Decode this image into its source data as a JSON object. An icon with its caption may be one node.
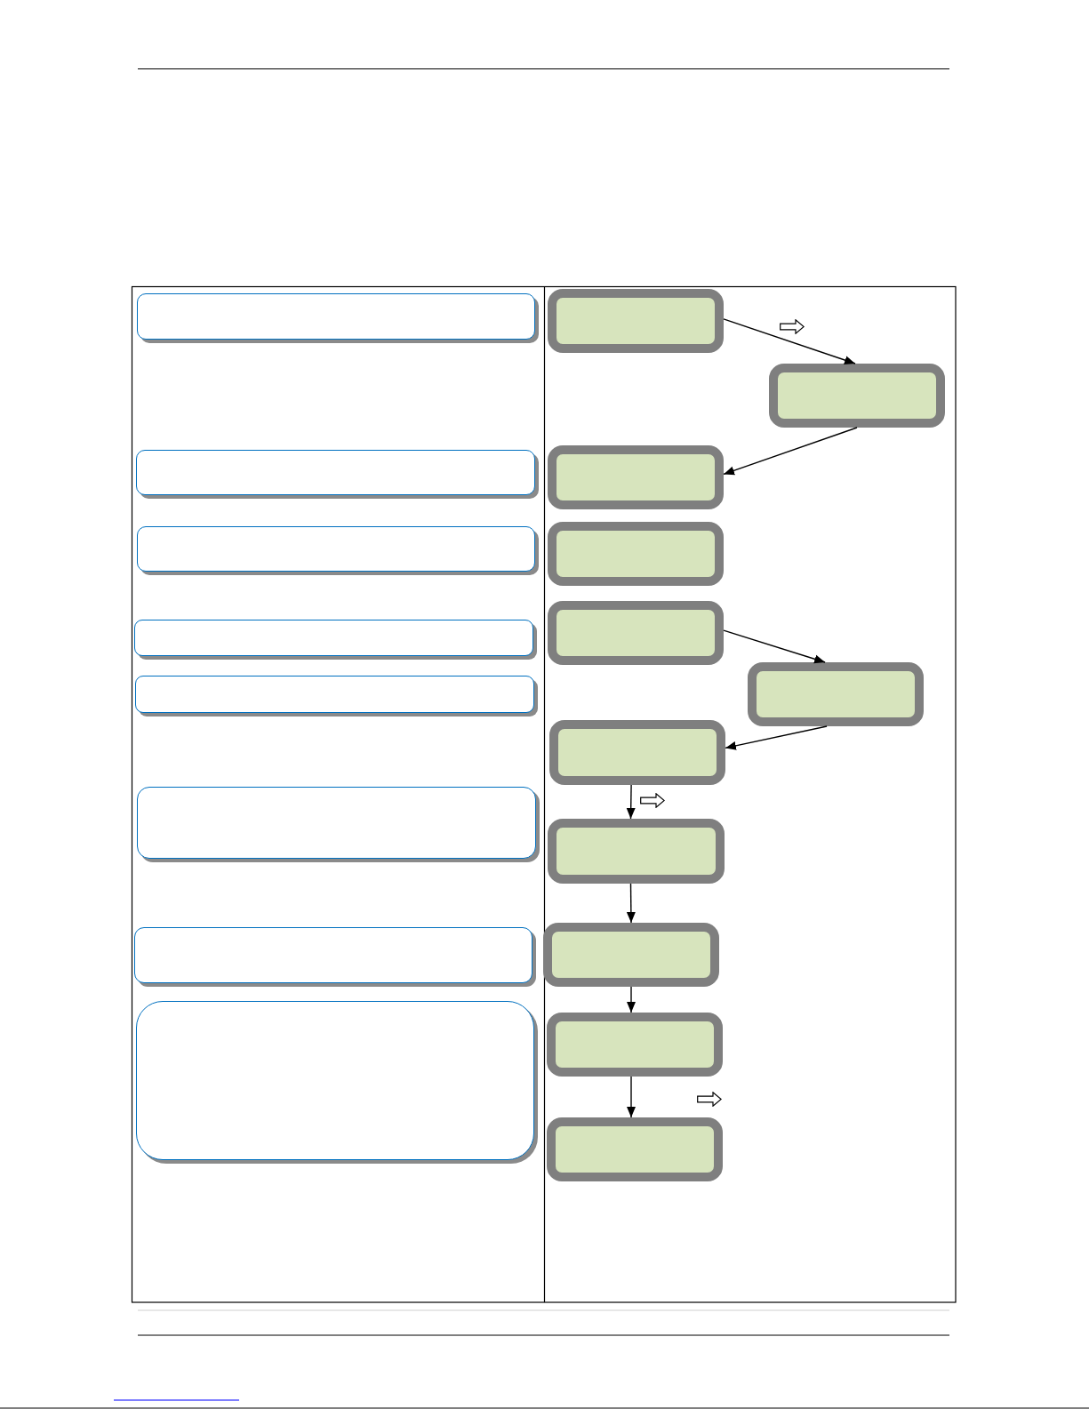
{
  "diagram": {
    "nodes": [
      {
        "text": [],
        "shape": "box"
      },
      {
        "text": [],
        "shape": "box"
      },
      {
        "text": [],
        "shape": "box"
      },
      {
        "text": [],
        "shape": "box"
      },
      {
        "text": [],
        "shape": "box"
      },
      {
        "text": [],
        "shape": "box"
      },
      {
        "text": [],
        "shape": "box"
      },
      {
        "text": [],
        "shape": "box"
      },
      {
        "text": [],
        "shape": "box"
      },
      {
        "text": [],
        "shape": "box"
      },
      {
        "text": [],
        "shape": "box"
      },
      {
        "text": [],
        "shape": "box"
      },
      {
        "text": [],
        "shape": "box"
      },
      {
        "text": [],
        "shape": "box"
      },
      {
        "text": [],
        "shape": "box"
      },
      {
        "text": [],
        "shape": "box"
      },
      {
        "text": [],
        "shape": "box"
      },
      {
        "text": [],
        "shape": "box"
      },
      {
        "text": [],
        "shape": "box"
      }
    ],
    "edges": [
      {
        "from": 8,
        "to": 9,
        "arrow": "to"
      },
      {
        "from": 9,
        "to": 10,
        "arrow": "to"
      },
      {
        "from": 12,
        "to": 13,
        "arrow": "to"
      },
      {
        "from": 13,
        "to": 14,
        "arrow": "to"
      },
      {
        "from": 14,
        "to": 15,
        "arrow": "to"
      },
      {
        "from": 15,
        "to": 16,
        "arrow": "to"
      },
      {
        "from": 16,
        "to": 17,
        "arrow": "to"
      },
      {
        "from": 17,
        "to": 18,
        "arrow": "to"
      }
    ]
  }
}
